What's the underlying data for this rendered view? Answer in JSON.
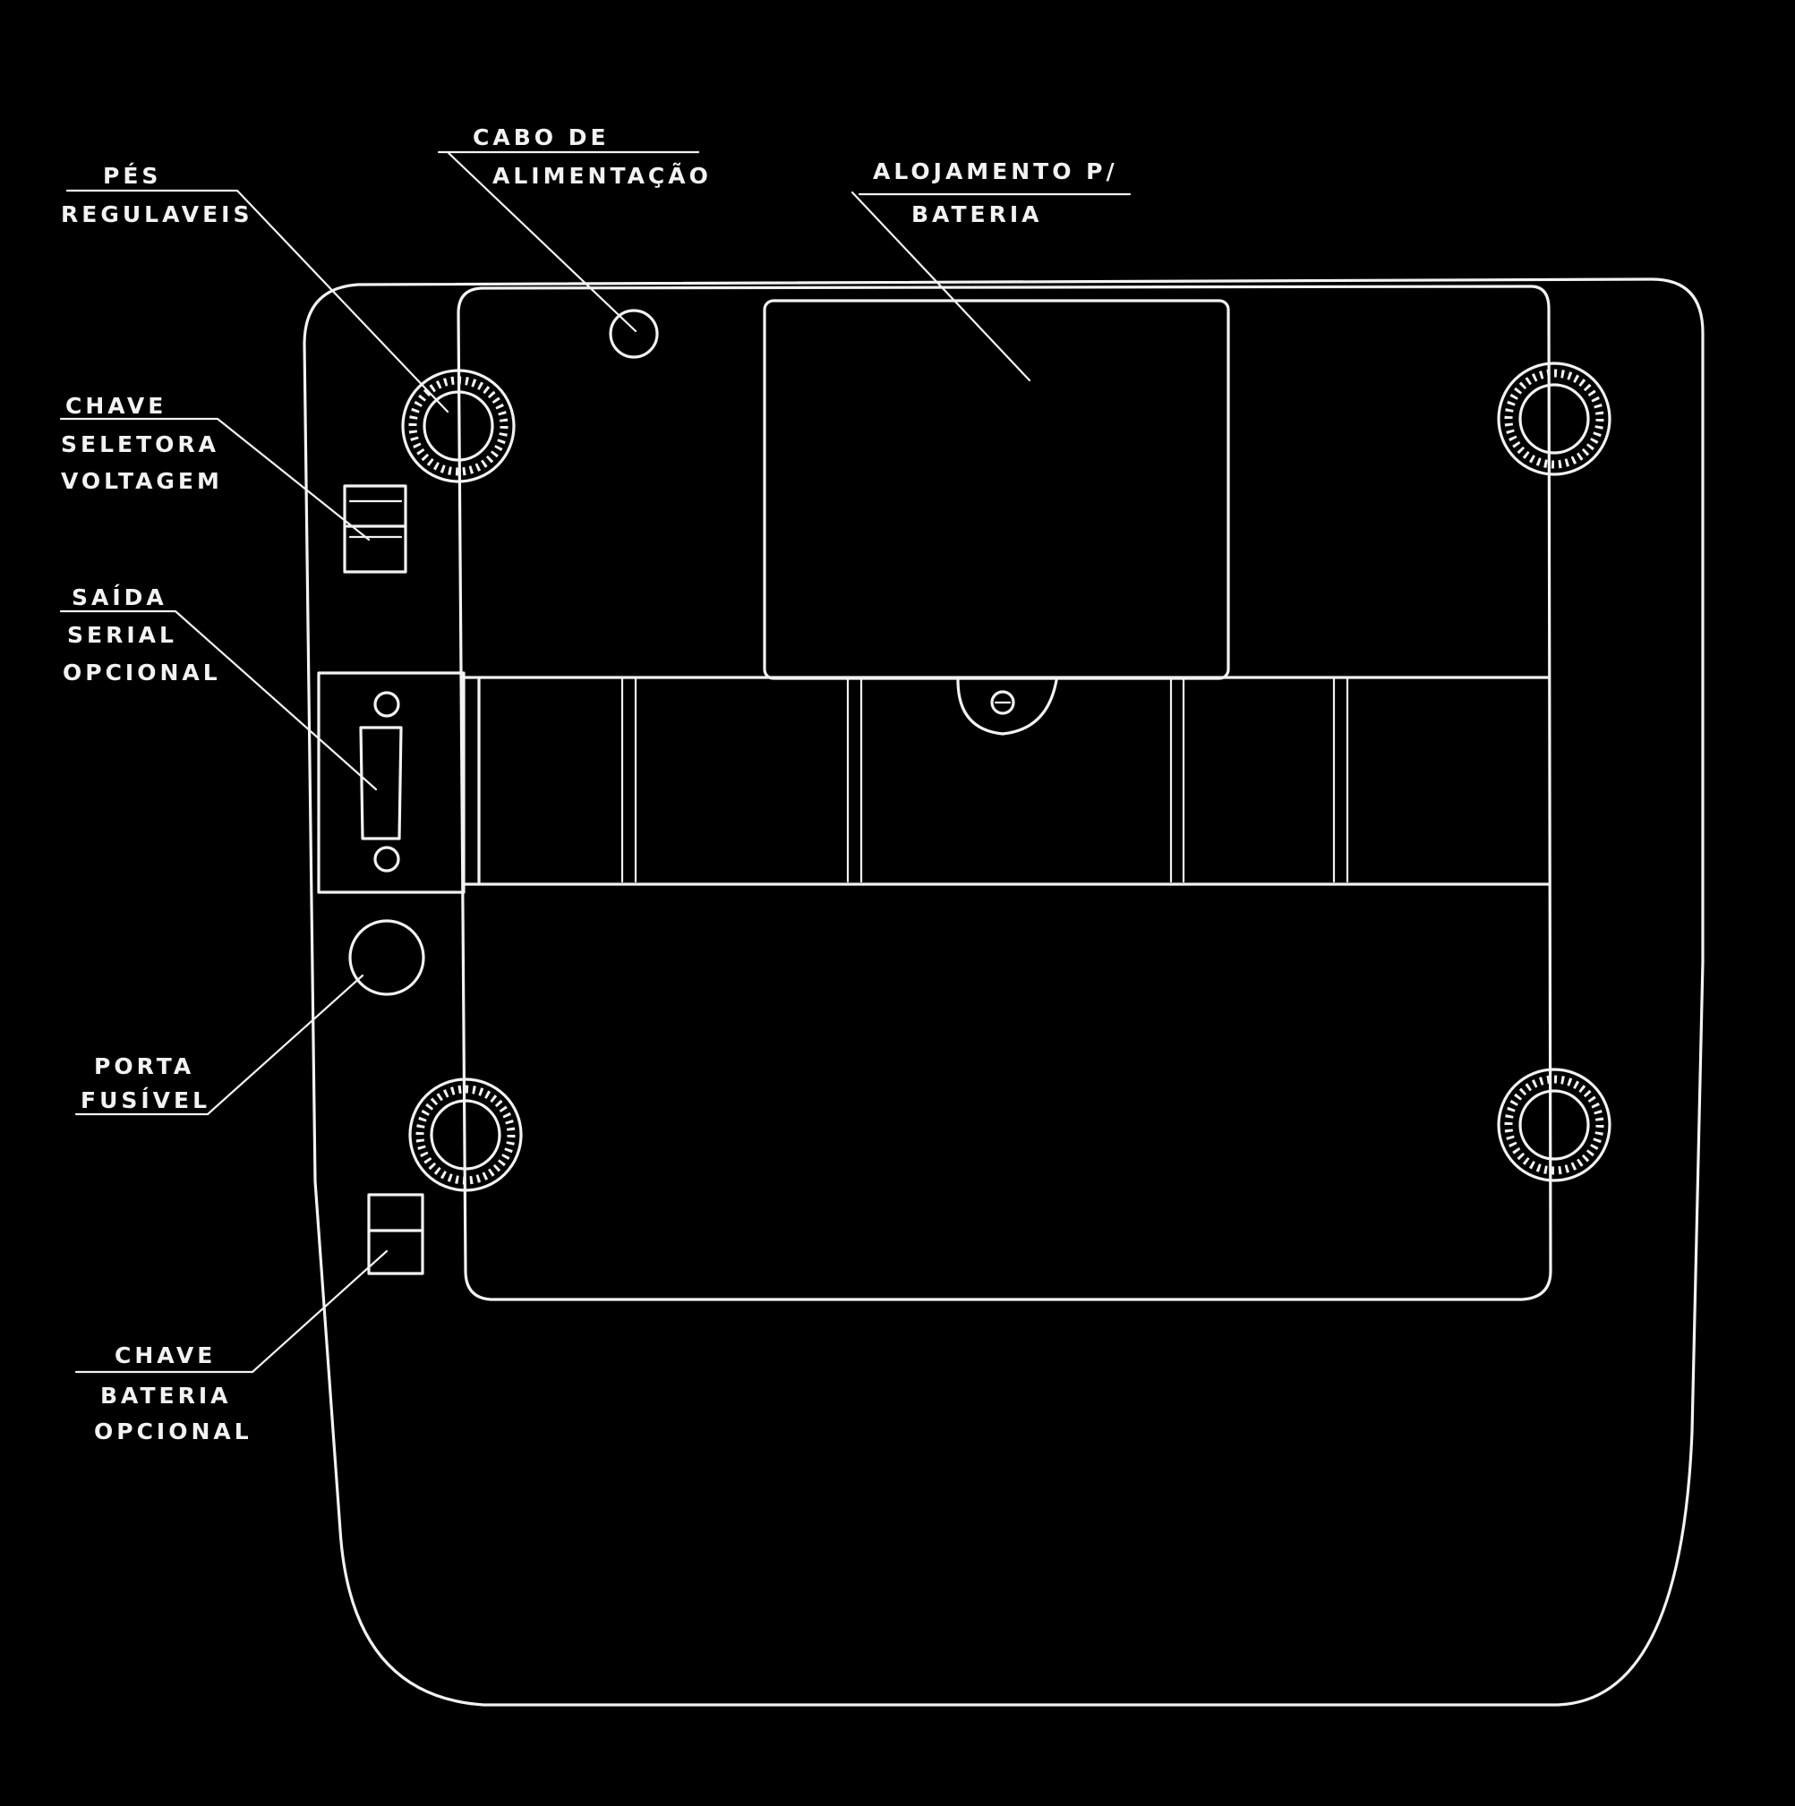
{
  "labels": {
    "pes_regulaveis": [
      "PÉS",
      "REGULAVEIS"
    ],
    "cabo_alimentacao": [
      "CABO DE",
      "ALIMENTAÇÃO"
    ],
    "alojamento_bateria": [
      "ALOJAMENTO P/",
      "BATERIA"
    ],
    "chave_seletora": [
      "CHAVE",
      "SELETORA",
      "VOLTAGEM"
    ],
    "saida_serial": [
      "SAÍDA",
      "SERIAL",
      "OPCIONAL"
    ],
    "porta_fusivel": [
      "PORTA",
      "FUSÍVEL"
    ],
    "chave_bateria": [
      "CHAVE",
      "BATERIA",
      "OPCIONAL"
    ]
  },
  "colors": {
    "background": "#000000",
    "line": "#f2f2f2"
  }
}
